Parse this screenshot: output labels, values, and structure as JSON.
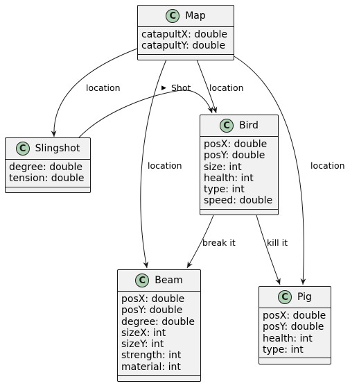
{
  "classes": {
    "map": {
      "icon": "C",
      "name": "Map",
      "attributes": [
        "catapultX: double",
        "catapultY: double"
      ]
    },
    "slingshot": {
      "icon": "C",
      "name": "Slingshot",
      "attributes": [
        "degree: double",
        "tension: double"
      ]
    },
    "bird": {
      "icon": "C",
      "name": "Bird",
      "attributes": [
        "posX: double",
        "posY: double",
        "size: int",
        "health: int",
        "type: int",
        "speed: double"
      ]
    },
    "beam": {
      "icon": "C",
      "name": "Beam",
      "attributes": [
        "posX: double",
        "posY: double",
        "degree: double",
        "sizeX: int",
        "sizeY: int",
        "strength: int",
        "material: int"
      ]
    },
    "pig": {
      "icon": "C",
      "name": "Pig",
      "attributes": [
        "posX: double",
        "posY: double",
        "health: int",
        "type: int"
      ]
    }
  },
  "edges": {
    "map_slingshot": "location",
    "map_bird": "location",
    "map_beam": "location",
    "map_pig": "location",
    "slingshot_bird": "Shot",
    "slingshot_bird_direction": "▶",
    "bird_beam": "break it",
    "bird_pig": "kill it"
  },
  "colors": {
    "class_fill": "#f1f1f1",
    "border": "#181818",
    "icon_fill": "#add1b2"
  }
}
